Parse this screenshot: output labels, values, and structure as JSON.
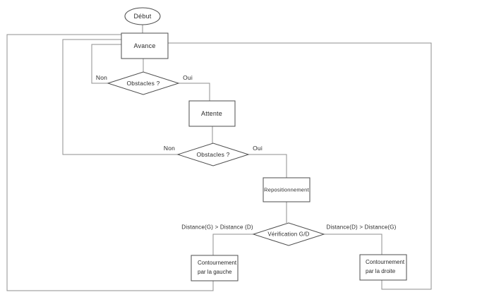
{
  "diagram": {
    "type": "flowchart",
    "language": "fr",
    "colors": {
      "background": "#ffffff",
      "connector": "#8f8f8f",
      "shape_border": "#4d4d4d",
      "text": "#2b2b2b"
    },
    "nodes": {
      "start": {
        "type": "terminator",
        "label": "Début"
      },
      "avance": {
        "type": "process",
        "label": "Avance"
      },
      "obstacles1": {
        "type": "decision",
        "label": "Obstacles ?"
      },
      "attente": {
        "type": "process",
        "label": "Attente"
      },
      "obstacles2": {
        "type": "decision",
        "label": "Obstacles ?"
      },
      "repositionnement": {
        "type": "process",
        "label": "Repositionnement"
      },
      "verification": {
        "type": "decision",
        "label": "Vérification G/D"
      },
      "contournement_gauche": {
        "type": "process",
        "line1": "Contournement",
        "line2": "par la gauche"
      },
      "contournement_droite": {
        "type": "process",
        "line1": "Contournement",
        "line2": "par la droite"
      }
    },
    "edge_labels": {
      "obstacles1_non": "Non",
      "obstacles1_oui": "Oui",
      "obstacles2_non": "Non",
      "obstacles2_oui": "Oui",
      "verification_gauche": "Distance(G) > Distance (D)",
      "verification_droite": "Distance(D) > Distance(G)"
    }
  }
}
